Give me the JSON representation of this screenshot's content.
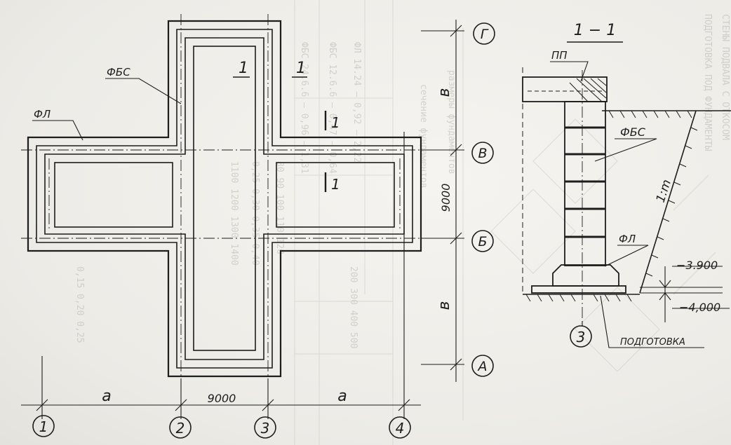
{
  "plan": {
    "axes_vertical": [
      "1",
      "2",
      "3",
      "4"
    ],
    "axes_horizontal": [
      "Г",
      "В",
      "Б",
      "А"
    ],
    "dim_left": "a",
    "dim_middle": "9000",
    "dim_right": "a",
    "dim_top": "в",
    "dim_center_vertical": "9000",
    "dim_bottom": "в",
    "label_fbs": "ФБС",
    "label_fl": "ФЛ",
    "section_mark_1a": "1",
    "section_mark_1b": "1",
    "section_mark_1c": "1",
    "section_mark_1d": "1"
  },
  "section": {
    "title": "1 − 1",
    "label_pp": "ПП",
    "label_fbs": "ФБС",
    "label_fl": "ФЛ",
    "slope": "1:m",
    "level_1": "−3.900",
    "level_2": "−4,000",
    "axis": "3",
    "base_label": "ПОДГОТОВКА"
  }
}
